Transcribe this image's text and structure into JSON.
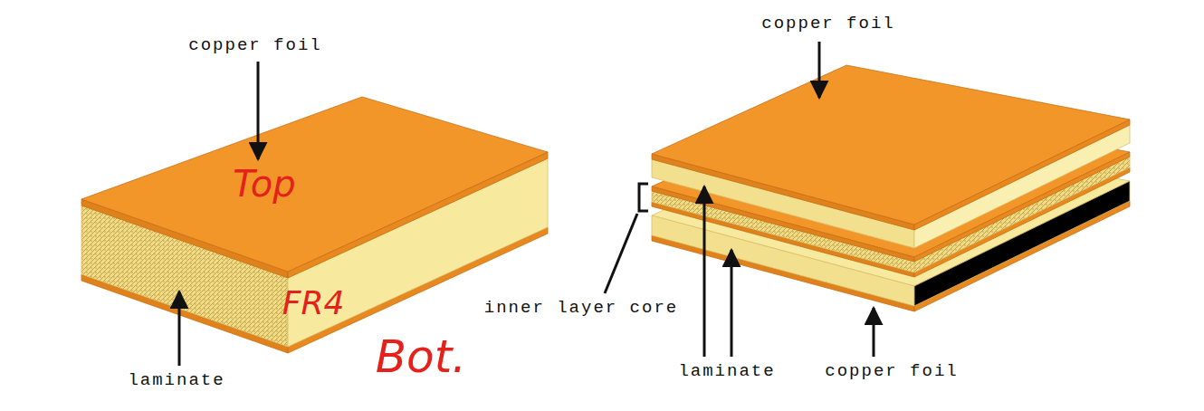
{
  "diagram": {
    "labels": [
      "copper foil",
      "Top",
      "FR4",
      "Bot.",
      "laminate",
      "copper foil",
      "inner layer core",
      "laminate",
      "copper foil"
    ]
  }
}
